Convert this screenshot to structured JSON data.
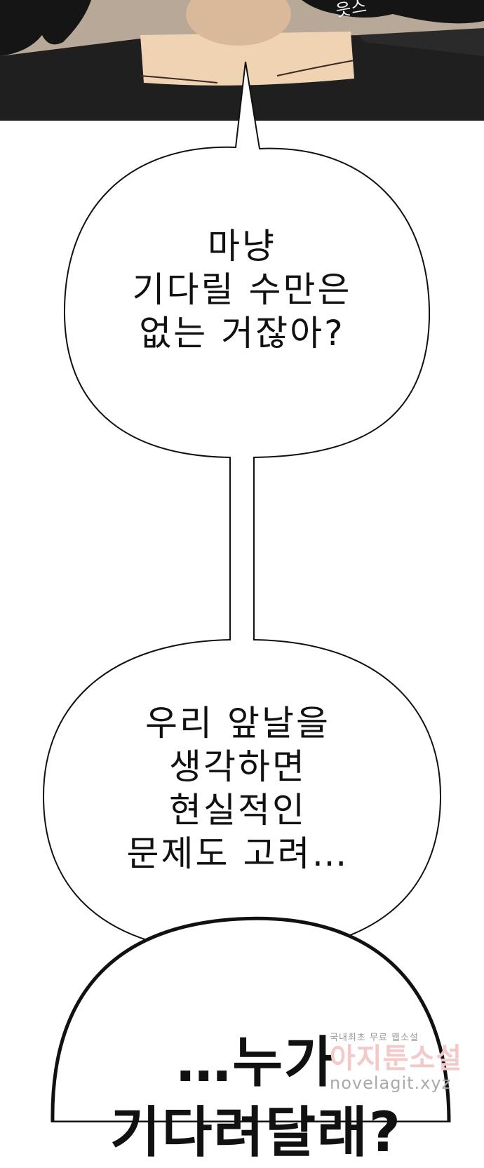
{
  "panel_top": {
    "sfx": "읏스",
    "colors": {
      "background": "#b8a898",
      "shirt": "#1f1f1f",
      "skin": "#f0d3b3",
      "hair": "#151515"
    }
  },
  "bubbles": [
    {
      "lines": [
        "마냥",
        "기다릴 수만은",
        "없는 거잖아?"
      ]
    },
    {
      "lines": [
        "우리 앞날을",
        "생각하면",
        "현실적인",
        "문제도 고려…"
      ]
    },
    {
      "lines": [
        "…누가",
        "기다려달래?"
      ]
    }
  ],
  "watermark": {
    "top": "국내최초 무료 웹소설",
    "middle": "아지툰소설",
    "bottom": "novelagit.xyz"
  }
}
